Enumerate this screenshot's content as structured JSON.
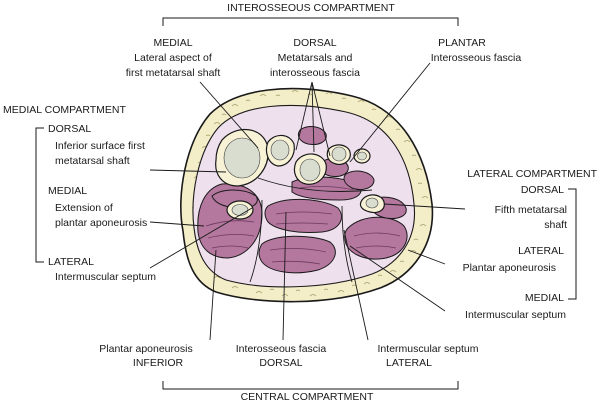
{
  "top": {
    "title": "INTEROSSEOUS COMPARTMENT",
    "medial": {
      "heading": "MEDIAL",
      "line1": "Lateral aspect of",
      "line2": "first metatarsal shaft"
    },
    "dorsal": {
      "heading": "DORSAL",
      "line1": "Metatarsals and",
      "line2": "interosseous fascia"
    },
    "plantar": {
      "heading": "PLANTAR",
      "line1": "Interosseous fascia"
    }
  },
  "medial_compartment": {
    "title": "MEDIAL COMPARTMENT",
    "dorsal": {
      "heading": "DORSAL",
      "line1": "Inferior surface first",
      "line2": "metatarsal shaft"
    },
    "medial": {
      "heading": "MEDIAL",
      "line1": "Extension of",
      "line2": "plantar aponeurosis"
    },
    "lateral": {
      "heading": "LATERAL",
      "line1": "Intermuscular septum"
    }
  },
  "lateral_compartment": {
    "title": "LATERAL COMPARTMENT",
    "dorsal": {
      "heading": "DORSAL",
      "line1": "Fifth metatarsal",
      "line2": "shaft"
    },
    "lateral": {
      "heading": "LATERAL",
      "line1": "Plantar aponeurosis"
    },
    "medial": {
      "heading": "MEDIAL",
      "line1": "Intermuscular septum"
    }
  },
  "central_compartment": {
    "title": "CENTRAL COMPARTMENT",
    "inferior": {
      "line1": "Plantar aponeurosis",
      "heading": "INFERIOR"
    },
    "dorsal": {
      "line1": "Interosseous fascia",
      "heading": "DORSAL"
    },
    "lateral": {
      "line1": "Intermuscular septum",
      "heading": "LATERAL"
    }
  },
  "colors": {
    "skin": "#f3edc8",
    "fascia": "#efe0ee",
    "muscle": "#b4779e",
    "bone": "#f7f2d6"
  }
}
